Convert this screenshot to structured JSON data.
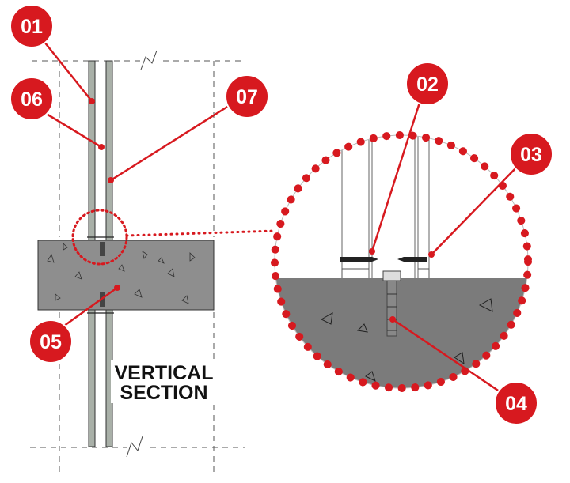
{
  "title_lines": [
    "VERTICAL",
    "SECTION"
  ],
  "callouts": [
    {
      "id": "01",
      "label": "01"
    },
    {
      "id": "06",
      "label": "06"
    },
    {
      "id": "07",
      "label": "07"
    },
    {
      "id": "02",
      "label": "02"
    },
    {
      "id": "03",
      "label": "03"
    },
    {
      "id": "05",
      "label": "05"
    },
    {
      "id": "04",
      "label": "04"
    }
  ],
  "colors": {
    "accent": "#d7191f",
    "concrete_slab": "#8e8e8e",
    "concrete_detail": "#7b7b7b",
    "stud": "#a9b0a8",
    "outline": "#222222"
  }
}
